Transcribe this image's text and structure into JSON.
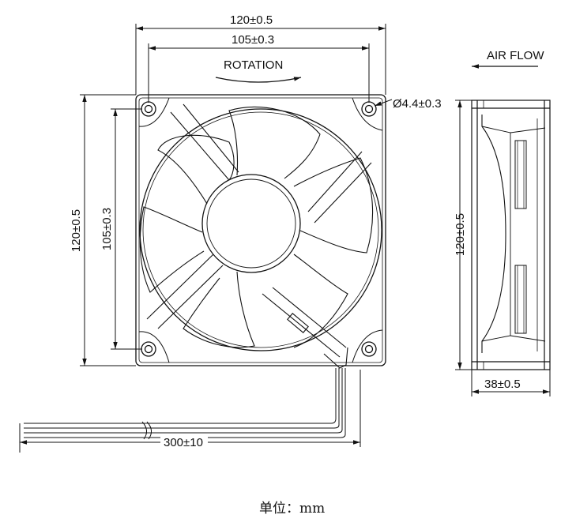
{
  "dimensions": {
    "overall_width": "120±0.5",
    "hole_pitch_horizontal": "105±0.3",
    "overall_height": "120±0.5",
    "hole_pitch_vertical": "105±0.3",
    "hole_diameter": "Ø4.4±0.3",
    "side_height": "120±0.5",
    "depth": "38±0.5",
    "lead_length": "300±10"
  },
  "labels": {
    "rotation": "ROTATION",
    "air_flow": "AIR FLOW",
    "unit": "单位：mm"
  },
  "colors": {
    "line": "#111111",
    "background": "#ffffff"
  }
}
